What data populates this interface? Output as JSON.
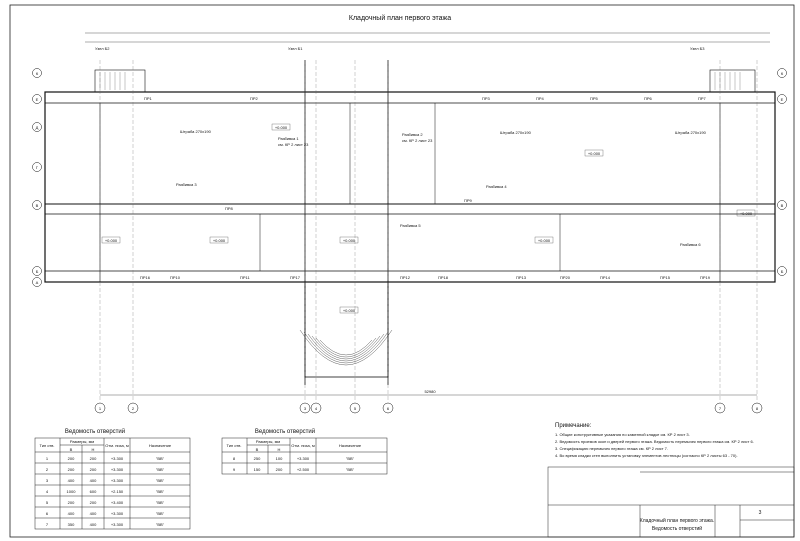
{
  "sheet_title": "Кладочный план первого этажа",
  "axes_vertical": [
    "1",
    "2",
    "3",
    "4",
    "5",
    "6",
    "7",
    "8"
  ],
  "axes_horizontal": [
    "К",
    "Е",
    "Д",
    "Г",
    "В",
    "Б",
    "А"
  ],
  "overall_dimension": "52980",
  "room_marks": [
    "+0.000",
    "+0.000",
    "+0.000",
    "+0.000",
    "+0.000",
    "+0.000",
    "+0.000",
    "+0.000"
  ],
  "lintels": [
    "ПР1",
    "ПР2",
    "ПР3",
    "ПР4",
    "ПР5",
    "ПР6",
    "ПР7",
    "ПР8",
    "ПР9",
    "ПР10",
    "ПР11",
    "ПР12",
    "ПР13",
    "ПР14",
    "ПР15",
    "ПР16",
    "ПР17",
    "ПР18",
    "ПР19",
    "ПР20"
  ],
  "callouts": {
    "section1": "Разбивка 1",
    "section2": "Разбивка 2",
    "section3": "Разбивка 3",
    "section4": "Разбивка 4",
    "section5": "Разбивка 5",
    "section6": "Разбивка 6",
    "node_b1": "Узел Б1",
    "node_b2": "Узел Б2",
    "node_b3": "Узел Б3",
    "stair1": "Штраба 270х190",
    "ref": "см. КР 2 лист 23"
  },
  "table1": {
    "title": "Ведомость отверстий",
    "headers": [
      "Тип отв.",
      "Размеры, мм",
      "",
      "Отм. низа, м",
      "Назначение"
    ],
    "subheaders": [
      "В",
      "Н"
    ],
    "rows": [
      [
        "1",
        "200",
        "200",
        "+3.300",
        "\"ВВ\""
      ],
      [
        "2",
        "200",
        "200",
        "+3.300",
        "\"ВВ\""
      ],
      [
        "3",
        "400",
        "400",
        "+3.300",
        "\"ВВ\""
      ],
      [
        "4",
        "1000",
        "600",
        "+2.150",
        "\"ВВ\""
      ],
      [
        "5",
        "200",
        "200",
        "+3.400",
        "\"ВВ\""
      ],
      [
        "6",
        "400",
        "400",
        "+3.300",
        "\"ВВ\""
      ],
      [
        "7",
        "350",
        "400",
        "+3.300",
        "\"ВВ\""
      ]
    ]
  },
  "table2": {
    "title": "Ведомость отверстий",
    "headers": [
      "Тип отв.",
      "Размеры, мм",
      "",
      "Отм. низа, м",
      "Назначение"
    ],
    "subheaders": [
      "В",
      "Н"
    ],
    "rows": [
      [
        "8",
        "250",
        "100",
        "+3.300",
        "\"ВВ\""
      ],
      [
        "9",
        "150",
        "200",
        "+2.500",
        "\"ВВ\""
      ]
    ]
  },
  "notes": {
    "title": "Примечание:",
    "items": [
      "1. Общие конструктивные указания по каменной кладке см. КР 2 лист 3.",
      "2. Ведомость проемов окон и дверей первого этажа. Ведомость перемычек первого этажа см. КР 2 лист 6.",
      "3. Спецификацию перемычек первого этажа см. КР 2 лист 7.",
      "4. Во время кладки стен выполнить установку элементов лестницы (согласно КР 2 листы 63 - 70)."
    ]
  },
  "stamp": {
    "line1": "Кладочный план первого этажа.",
    "line2": "Ведомость отверстий",
    "sheet_no": "3"
  }
}
